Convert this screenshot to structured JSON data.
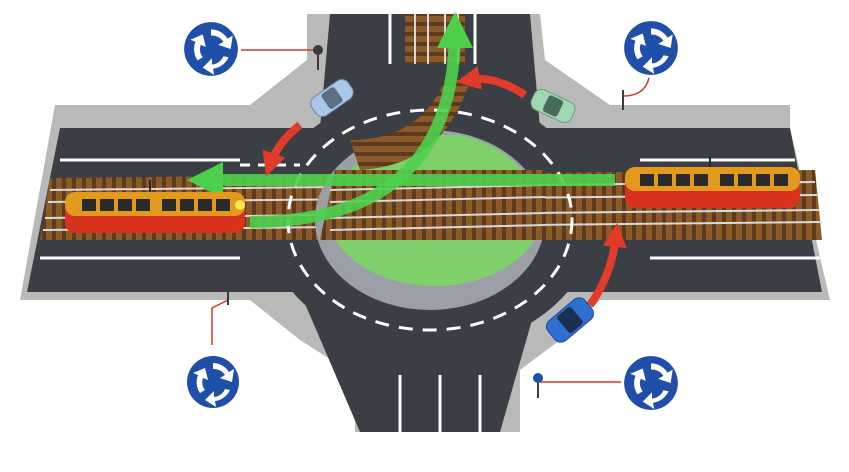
{
  "scene": {
    "background_color": "#ffffff",
    "asphalt_color": "#3b3e44",
    "curb_color": "#b9b9b9",
    "tramway_color": "#8a5a2b",
    "island_color": "#7fcf6a",
    "ring_island_color": "#9aa0a6",
    "tram_route_color": "#4cd04c",
    "car_route_color": "#e23b2a",
    "sign_color": "#1f4fa8",
    "tram_body_color": "#e39a1c",
    "tram_accent_color": "#d8321f",
    "car_colors": [
      "#a9c7e6",
      "#9fd7b0",
      "#2f6fd0"
    ]
  },
  "signs": [
    {
      "name": "roundabout-sign-top-left",
      "icon": "roundabout-icon"
    },
    {
      "name": "roundabout-sign-top-right",
      "icon": "roundabout-icon"
    },
    {
      "name": "roundabout-sign-bottom-left",
      "icon": "roundabout-icon"
    },
    {
      "name": "roundabout-sign-bottom-right",
      "icon": "roundabout-icon"
    }
  ],
  "trams": [
    {
      "name": "tram-left",
      "facing": "east"
    },
    {
      "name": "tram-right",
      "facing": "west"
    }
  ],
  "cars": [
    {
      "name": "car-top-left",
      "color_index": 0
    },
    {
      "name": "car-top-right",
      "color_index": 1
    },
    {
      "name": "car-bottom-right",
      "color_index": 2
    }
  ]
}
